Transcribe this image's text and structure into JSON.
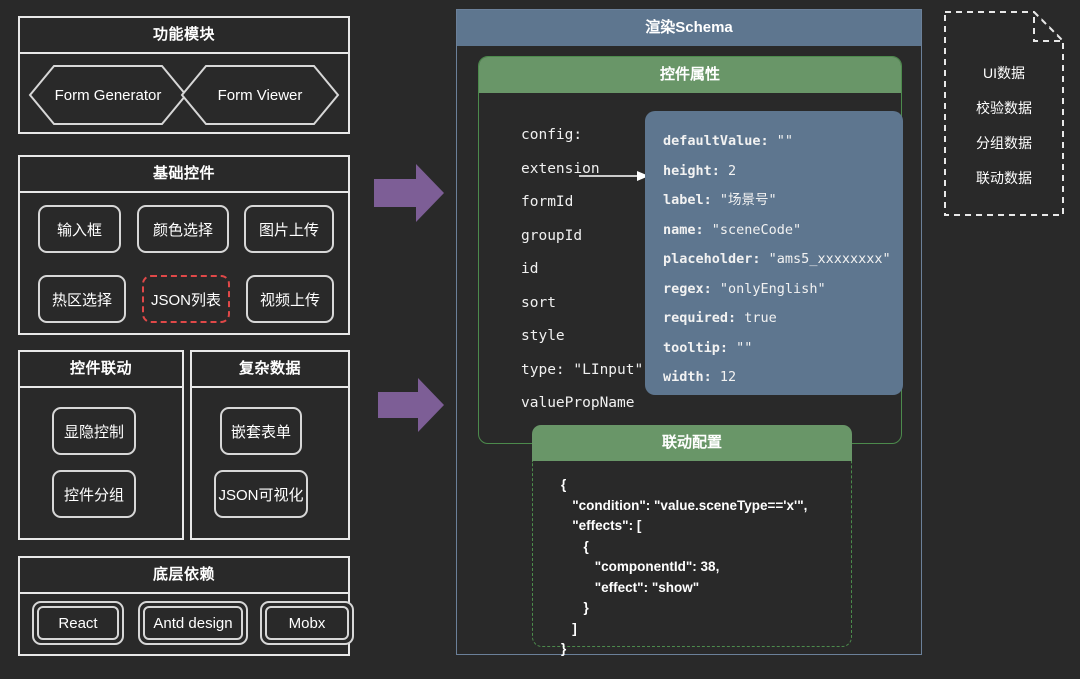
{
  "theme": {
    "background": "#292929",
    "stroke": "#e8e8e8",
    "accent_purple": "#7d5e96",
    "header_blue": "#5e768f",
    "header_green": "#699668",
    "alert_red": "#e04848"
  },
  "left_column": {
    "modules_panel": {
      "title": "功能模块",
      "nodes": [
        {
          "label": "Form Generator",
          "shape": "hexagon"
        },
        {
          "label": "Form Viewer",
          "shape": "hexagon"
        }
      ]
    },
    "basic_widgets_panel": {
      "title": "基础控件",
      "nodes": [
        {
          "label": "输入框",
          "highlight": false
        },
        {
          "label": "颜色选择",
          "highlight": false
        },
        {
          "label": "图片上传",
          "highlight": false
        },
        {
          "label": "热区选择",
          "highlight": false
        },
        {
          "label": "JSON列表",
          "highlight": true
        },
        {
          "label": "视频上传",
          "highlight": false
        }
      ]
    },
    "linkage_panel": {
      "title": "控件联动",
      "nodes": [
        {
          "label": "显隐控制"
        },
        {
          "label": "控件分组"
        }
      ]
    },
    "complex_data_panel": {
      "title": "复杂数据",
      "nodes": [
        {
          "label": "嵌套表单"
        },
        {
          "label": "JSON可视化"
        }
      ]
    },
    "dependencies_panel": {
      "title": "底层依赖",
      "nodes": [
        {
          "label": "React"
        },
        {
          "label": "Antd design"
        },
        {
          "label": "Mobx"
        }
      ]
    }
  },
  "arrows": [
    {
      "name": "arrow-to-schema-top",
      "direction": "right"
    },
    {
      "name": "arrow-to-schema-bottom",
      "direction": "right"
    }
  ],
  "schema": {
    "title": "渲染Schema",
    "attributes_box": {
      "title": "控件属性",
      "properties": [
        "config:",
        "extension",
        "formId",
        "groupId",
        "id",
        "sort",
        "style",
        "type: \"LInput\"",
        "valuePropName"
      ],
      "config_entries": [
        {
          "key": "defaultValue:",
          "value": " \"\""
        },
        {
          "key": "height:",
          "value": " 2"
        },
        {
          "key": "label:",
          "value": " \"场景号\""
        },
        {
          "key": "name:",
          "value": " \"sceneCode\""
        },
        {
          "key": "placeholder:",
          "value": " \"ams5_xxxxxxxx\""
        },
        {
          "key": "regex:",
          "value": " \"onlyEnglish\""
        },
        {
          "key": "required:",
          "value": " true"
        },
        {
          "key": "tooltip:",
          "value": " \"\""
        },
        {
          "key": "width:",
          "value": " 12"
        }
      ]
    },
    "linkage_box": {
      "title": "联动配置",
      "code": "{\n   \"condition\": \"value.sceneType=='x'\",\n   \"effects\": [\n      {\n         \"componentId\": 38,\n         \"effect\": \"show\"\n      }\n   ]\n}"
    }
  },
  "note": {
    "items": [
      "UI数据",
      "校验数据",
      "分组数据",
      "联动数据"
    ]
  }
}
